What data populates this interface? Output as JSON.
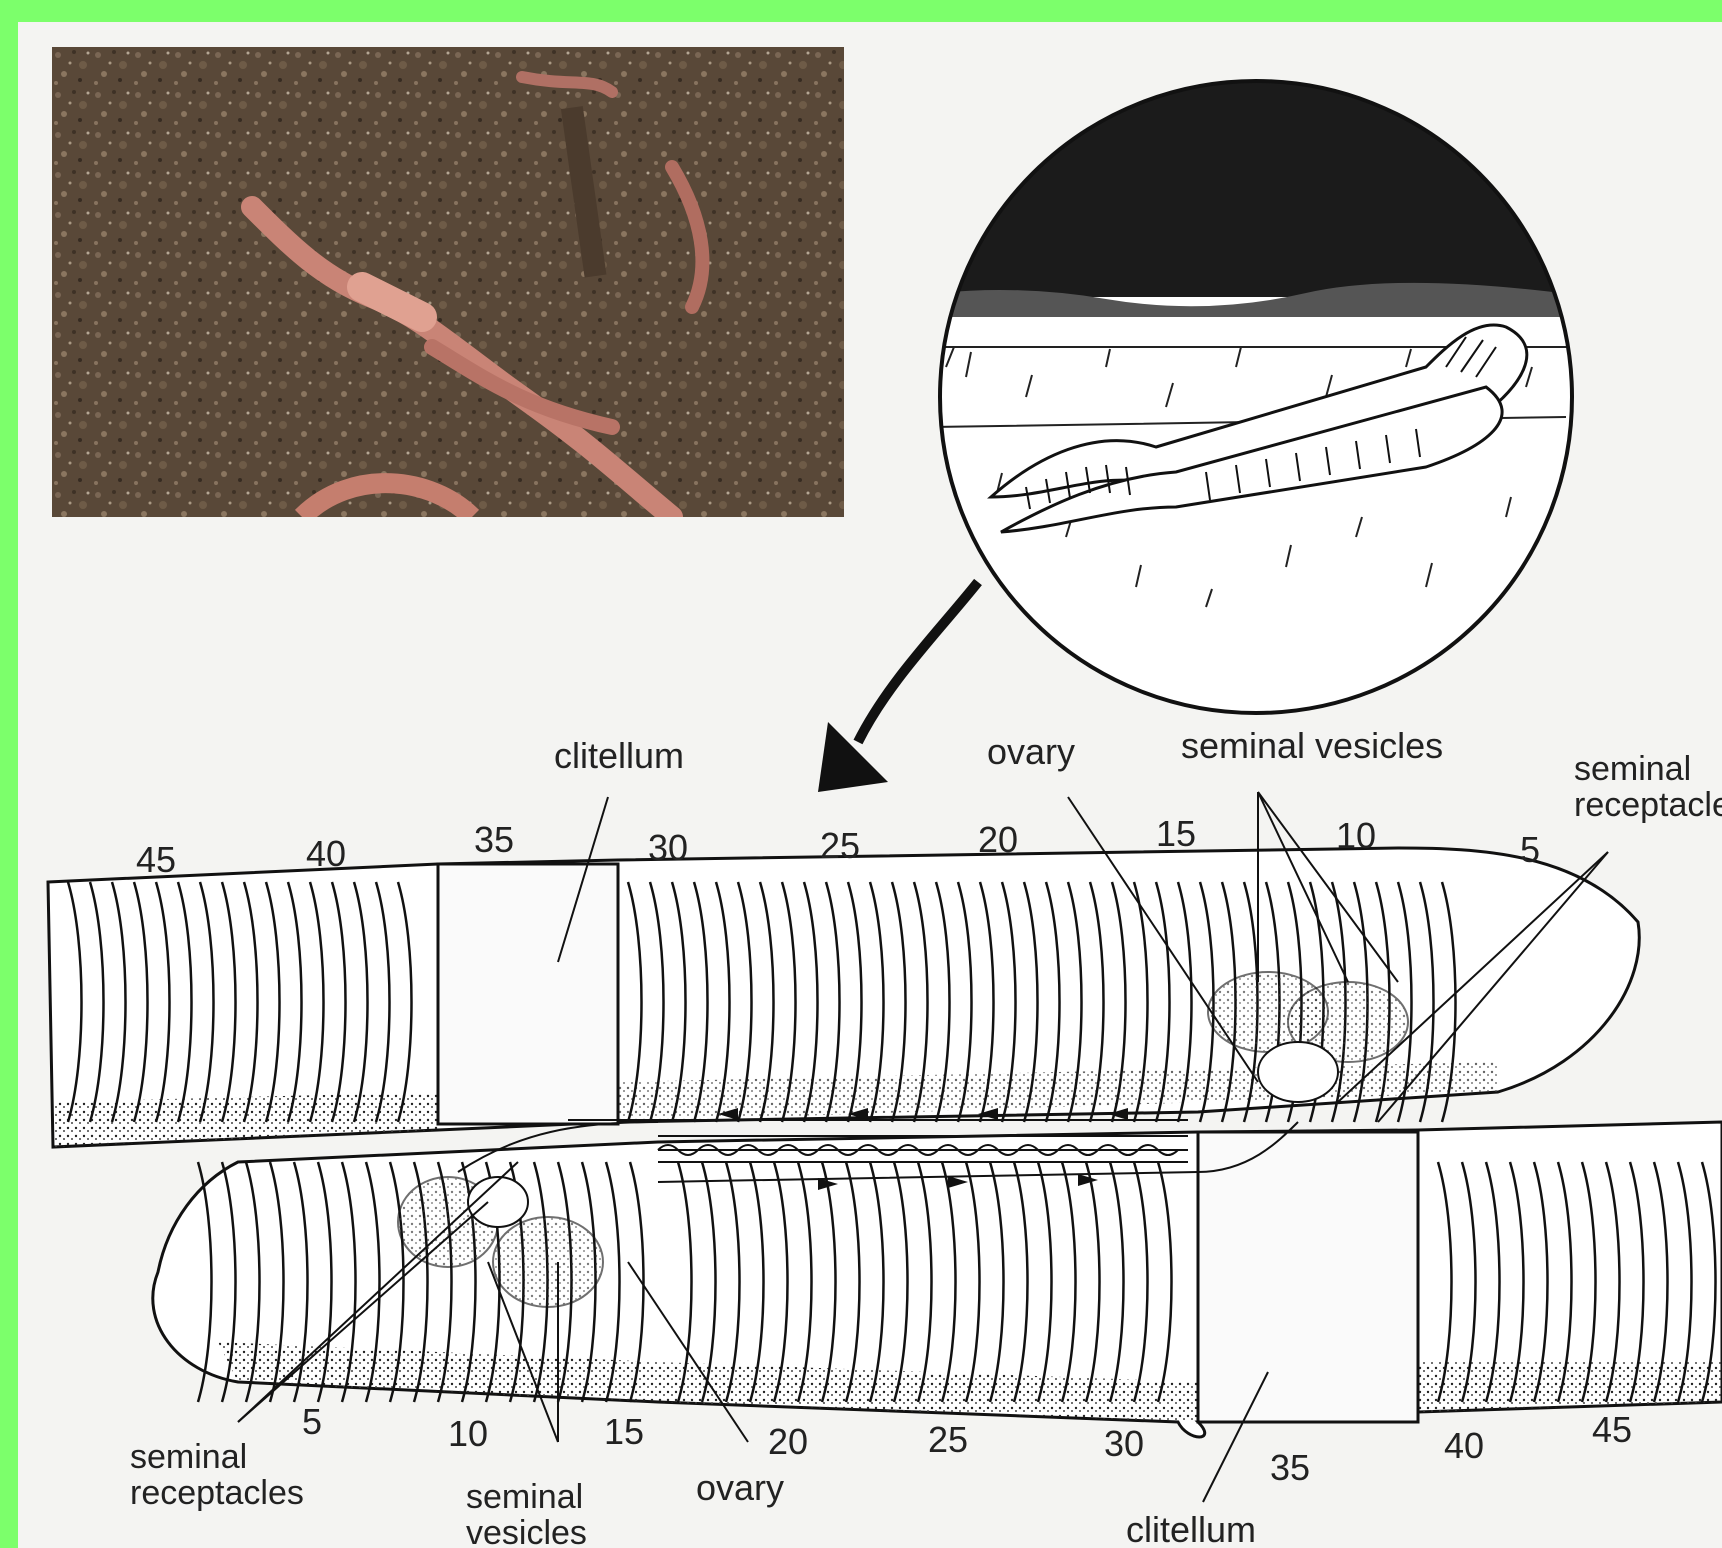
{
  "photo": {
    "icon": "earthworms-mating-in-soil-photo"
  },
  "inset": {
    "icon": "earthworms-on-ground-sketch"
  },
  "labels": {
    "clitellum_top": "clitellum",
    "ovary_top": "ovary",
    "seminal_vesicles_top": "seminal vesicles",
    "seminal_receptacles_top": "seminal\nreceptacle",
    "seminal_receptacles_bottom": "seminal\nreceptacles",
    "seminal_vesicles_bottom": "seminal\nvesicles",
    "ovary_bottom": "ovary",
    "clitellum_bottom": "clitellum"
  },
  "segments_top": [
    "45",
    "40",
    "35",
    "30",
    "25",
    "20",
    "15",
    "10",
    "5"
  ],
  "segments_bottom": [
    "5",
    "10",
    "15",
    "20",
    "25",
    "30",
    "35",
    "40",
    "45"
  ]
}
